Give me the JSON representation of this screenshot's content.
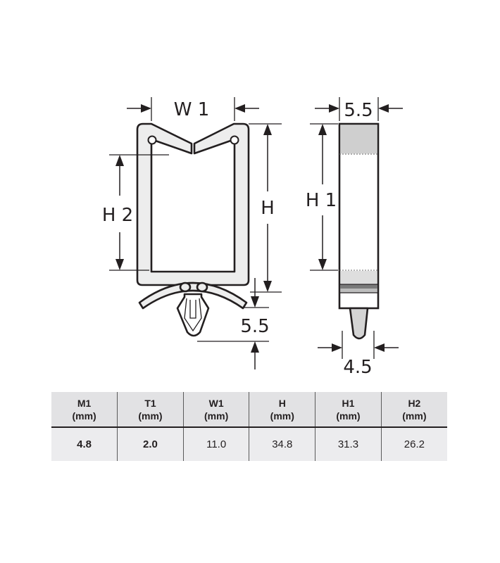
{
  "diagram": {
    "labels": {
      "w1": "W 1",
      "h": "H",
      "h2": "H 2",
      "h1": "H 1",
      "top_width": "5.5",
      "pin_height": "5.5",
      "tip_width": "4.5"
    }
  },
  "table": {
    "headers": [
      {
        "name": "M1",
        "unit": "(mm)"
      },
      {
        "name": "T1",
        "unit": "(mm)"
      },
      {
        "name": "W1",
        "unit": "(mm)"
      },
      {
        "name": "H",
        "unit": "(mm)"
      },
      {
        "name": "H1",
        "unit": "(mm)"
      },
      {
        "name": "H2",
        "unit": "(mm)"
      }
    ],
    "values": [
      "4.8",
      "2.0",
      "11.0",
      "34.8",
      "31.3",
      "26.2"
    ]
  }
}
